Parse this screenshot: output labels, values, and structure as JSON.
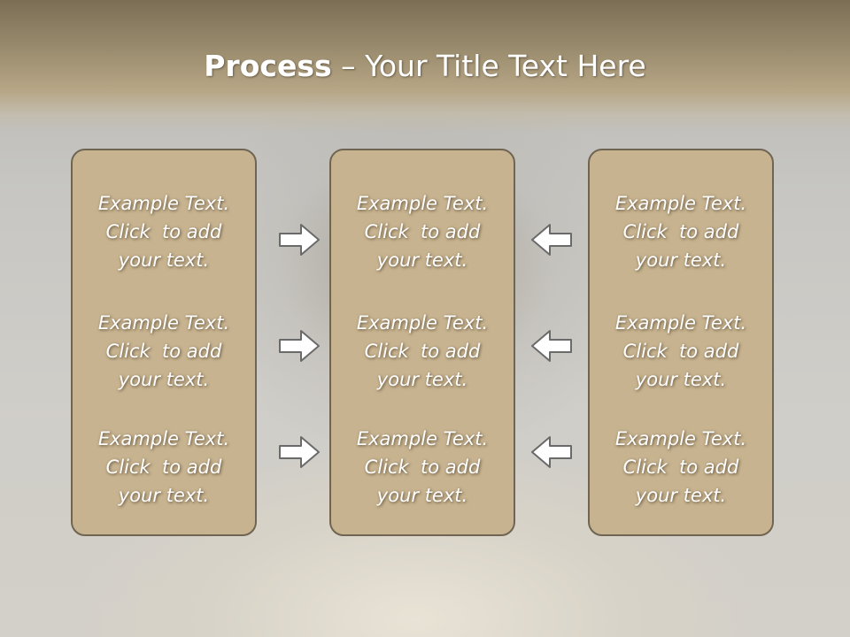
{
  "title": {
    "bold": "Process",
    "rest": " – Your Title Text Here"
  },
  "columns": [
    {
      "items": [
        {
          "line1": "Example Text.",
          "line2": "Click  to add",
          "line3": "your text."
        },
        {
          "line1": "Example Text.",
          "line2": "Click  to add",
          "line3": "your text."
        },
        {
          "line1": "Example Text.",
          "line2": "Click  to add",
          "line3": "your text."
        }
      ]
    },
    {
      "items": [
        {
          "line1": "Example Text.",
          "line2": "Click  to add",
          "line3": "your text."
        },
        {
          "line1": "Example Text.",
          "line2": "Click  to add",
          "line3": "your text."
        },
        {
          "line1": "Example Text.",
          "line2": "Click  to add",
          "line3": "your text."
        }
      ]
    },
    {
      "items": [
        {
          "line1": "Example Text.",
          "line2": "Click  to add",
          "line3": "your text."
        },
        {
          "line1": "Example Text.",
          "line2": "Click  to add",
          "line3": "your text."
        },
        {
          "line1": "Example Text.",
          "line2": "Click  to add",
          "line3": "your text."
        }
      ]
    }
  ],
  "arrows": {
    "left_group": "arrow-right-icon",
    "right_group": "arrow-left-icon"
  },
  "colors": {
    "panel_fill": "#c7b38f",
    "panel_border": "#6f6552",
    "title_band": "#988a6c"
  }
}
